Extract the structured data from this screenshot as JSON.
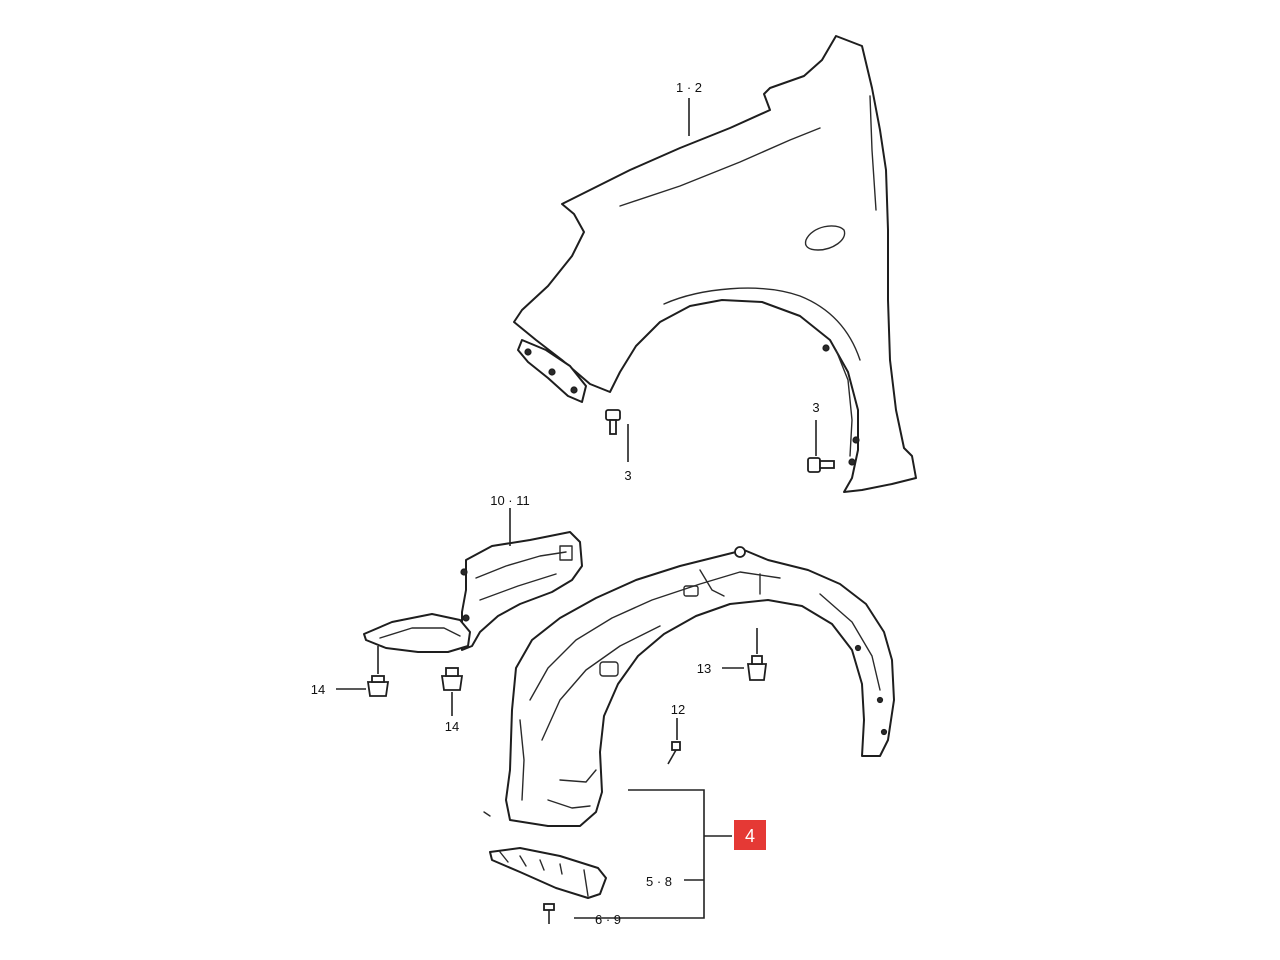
{
  "callouts": {
    "fender": "1 · 2",
    "bolt_left": "3",
    "bolt_right": "3",
    "splash_guard": "10 · 11",
    "clip_left": "14",
    "clip_mid": "14",
    "clip_upper": "13",
    "screw": "12",
    "flap": "5 · 8",
    "flap_screw": "6 · 9",
    "liner_highlight": "4"
  },
  "colors": {
    "line": "#1e1e1e",
    "highlight": "#e53935"
  }
}
